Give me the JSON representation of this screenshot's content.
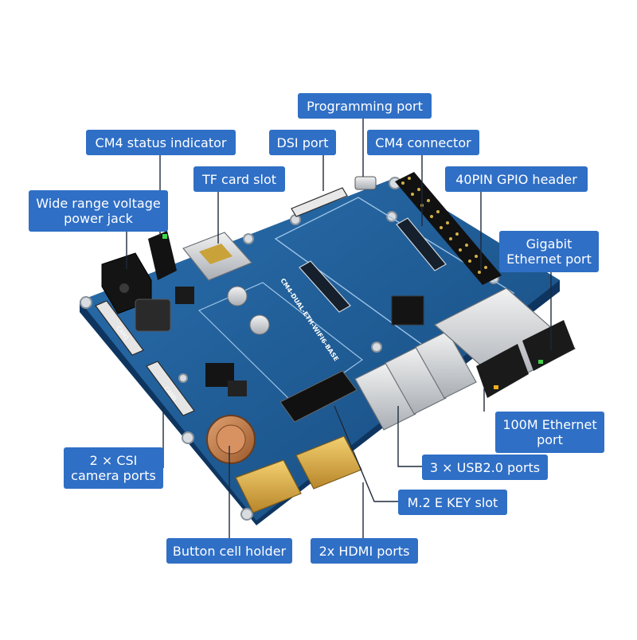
{
  "callouts": {
    "programming_port": "Programming port",
    "cm4_status_indicator": "CM4 status indicator",
    "dsi_port": "DSI port",
    "cm4_connector": "CM4 connector",
    "tf_card_slot": "TF card slot",
    "gpio_header": "40PIN GPIO header",
    "power_jack": "Wide range voltage\npower jack",
    "gigabit_ethernet": "Gigabit\nEthernet port",
    "ethernet_100m": "100M Ethernet\nport",
    "csi_ports": "2 × CSI\ncamera ports",
    "usb_ports": "3 × USB2.0 ports",
    "m2_slot": "M.2 E KEY slot",
    "button_cell": "Button cell holder",
    "hdmi_ports": "2x HDMI ports"
  },
  "board": {
    "silkscreen_model": "CM4-DUAL-ETH-WIFI6-BASE",
    "csi_label_1": "CAM1",
    "csi_label_0": "CAM0",
    "color_pcb": "#1f5f9a",
    "color_callout": "#2f6fc6"
  }
}
